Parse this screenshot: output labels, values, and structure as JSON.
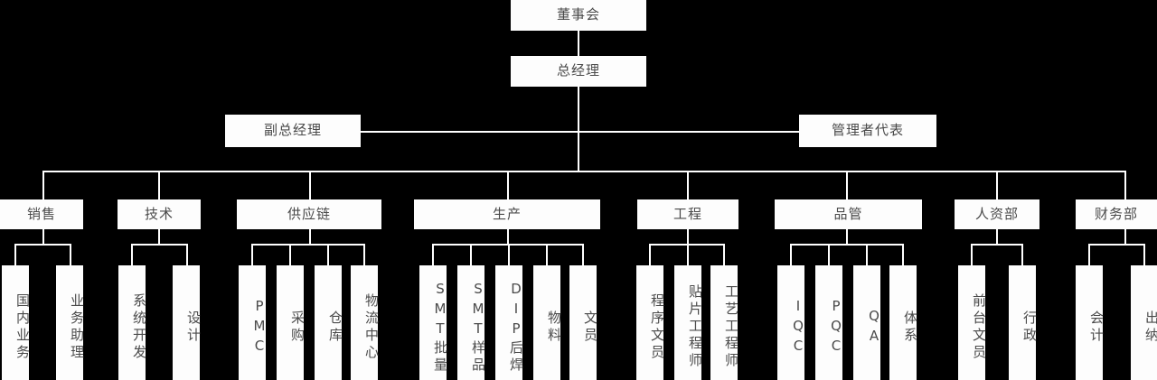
{
  "chart_data": {
    "type": "diagram",
    "title": "",
    "orientation": "top-down",
    "background_color": "#000000",
    "box_color": "#fdfdfd",
    "text_color": "#4a4a4a",
    "line_color": "#ffffff",
    "levels": [
      {
        "level": 1,
        "nodes": [
          {
            "label": "董事会"
          }
        ]
      },
      {
        "level": 2,
        "nodes": [
          {
            "label": "总经理"
          }
        ]
      },
      {
        "level": 3,
        "nodes": [
          {
            "label": "副总经理"
          },
          {
            "label": "管理者代表"
          }
        ]
      },
      {
        "level": 4,
        "nodes": [
          {
            "label": "销售"
          },
          {
            "label": "技术"
          },
          {
            "label": "供应链"
          },
          {
            "label": "生产"
          },
          {
            "label": "工程"
          },
          {
            "label": "品管"
          },
          {
            "label": "人资部"
          },
          {
            "label": "财务部"
          }
        ]
      },
      {
        "level": 5,
        "groups": [
          {
            "parent": "销售",
            "nodes": [
              "国内业务",
              "业务助理"
            ]
          },
          {
            "parent": "技术",
            "nodes": [
              "系统开发",
              "设计"
            ]
          },
          {
            "parent": "供应链",
            "nodes": [
              "PMC",
              "采购",
              "仓库",
              "物流中心"
            ]
          },
          {
            "parent": "生产",
            "nodes": [
              "SMT批量",
              "SMT样品",
              "DIP后焊",
              "物料",
              "文员"
            ]
          },
          {
            "parent": "工程",
            "nodes": [
              "程序文员",
              "贴片工程师",
              "工艺工程师"
            ]
          },
          {
            "parent": "品管",
            "nodes": [
              "IQC",
              "PQC",
              "QA",
              "体系"
            ]
          },
          {
            "parent": "人资部",
            "nodes": [
              "前台文员",
              "行政"
            ]
          },
          {
            "parent": "财务部",
            "nodes": [
              "会计",
              "出纳"
            ]
          }
        ]
      }
    ]
  },
  "nodes": {
    "board": "董事会",
    "general_manager": "总经理",
    "deputy_general_manager": "副总经理",
    "management_representative": "管理者代表",
    "dept_sales": "销售",
    "dept_technology": "技术",
    "dept_supply_chain": "供应链",
    "dept_production": "生产",
    "dept_engineering": "工程",
    "dept_quality": "品管",
    "dept_hr": "人资部",
    "dept_finance": "财务部",
    "leaf_domestic_business": "国内业务",
    "leaf_business_assistant": "业务助理",
    "leaf_system_development": "系统开发",
    "leaf_design": "设计",
    "leaf_pmc": "PMC",
    "leaf_purchasing": "采购",
    "leaf_warehouse": "仓库",
    "leaf_logistics_center": "物流中心",
    "leaf_smt_mass": "SMT批量",
    "leaf_smt_sample": "SMT样品",
    "leaf_dip_soldering": "DIP后焊",
    "leaf_material": "物料",
    "leaf_clerk_production": "文员",
    "leaf_program_clerk": "程序文员",
    "leaf_smt_engineer": "贴片工程师",
    "leaf_process_engineer": "工艺工程师",
    "leaf_iqc": "IQC",
    "leaf_pqc": "PQC",
    "leaf_qa": "QA",
    "leaf_system": "体系",
    "leaf_front_desk_clerk": "前台文员",
    "leaf_administration": "行政",
    "leaf_accounting": "会计",
    "leaf_cashier": "出纳"
  }
}
